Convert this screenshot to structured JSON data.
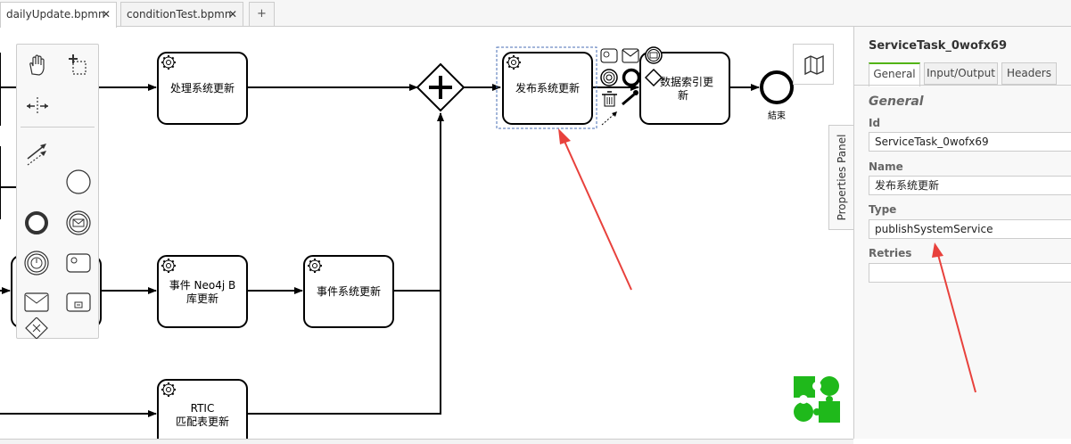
{
  "tabs": [
    {
      "label": "dailyUpdate.bpmn",
      "close": "✕"
    },
    {
      "label": "conditionTest.bpmn",
      "close": "✕"
    }
  ],
  "add_tab_label": "+",
  "diagram": {
    "tasks": {
      "process_system": "处理系统更新",
      "publish_system": "发布系统更新",
      "data_index_1": "数据索引更",
      "data_index_2": "新",
      "event_neo4j_1": "事件 Neo4j B",
      "event_neo4j_2": "库更新",
      "event_system": "事件系统更新",
      "rtic_1": "RTIC",
      "rtic_2": "匹配表更新"
    },
    "end_event_label": "結束"
  },
  "properties_panel": {
    "toggle_label": "Properties Panel",
    "title": "ServiceTask_0wofx69",
    "tabs": [
      "General",
      "Input/Output",
      "Headers"
    ],
    "group": "General",
    "fields": {
      "id": {
        "label": "Id",
        "value": "ServiceTask_0wofx69"
      },
      "name": {
        "label": "Name",
        "value": "发布系统更新"
      },
      "type": {
        "label": "Type",
        "value": "publishSystemService"
      },
      "retries": {
        "label": "Retries",
        "value": ""
      }
    }
  },
  "colors": {
    "accent": "#52b415",
    "annotation_arrow": "#e8413c",
    "logo": "#1fb91b"
  }
}
